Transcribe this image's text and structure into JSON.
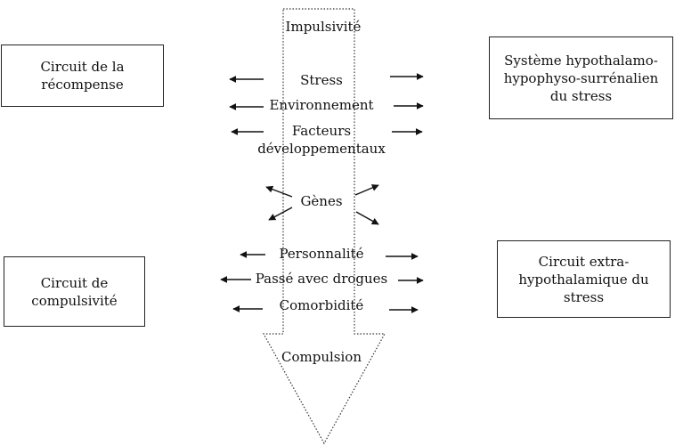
{
  "boxes": {
    "reward": "Circuit de la\nrécompense",
    "hpa": "Système hypothalamo-\nhypophyso-surrénalien\ndu stress",
    "compulsivity": "Circuit de\ncompulsivité",
    "extrahyp": "Circuit extra-\nhypothalamique du\nstress"
  },
  "arrow": {
    "top": "Impulsivité",
    "bottom": "Compulsion"
  },
  "factors": {
    "stress": "Stress",
    "environment": "Environnement",
    "developmental": "Facteurs\ndéveloppementaux",
    "genes": "Gènes",
    "personality": "Personnalité",
    "drug_history": "Passé avec drogues",
    "comorbidity": "Comorbidité"
  }
}
